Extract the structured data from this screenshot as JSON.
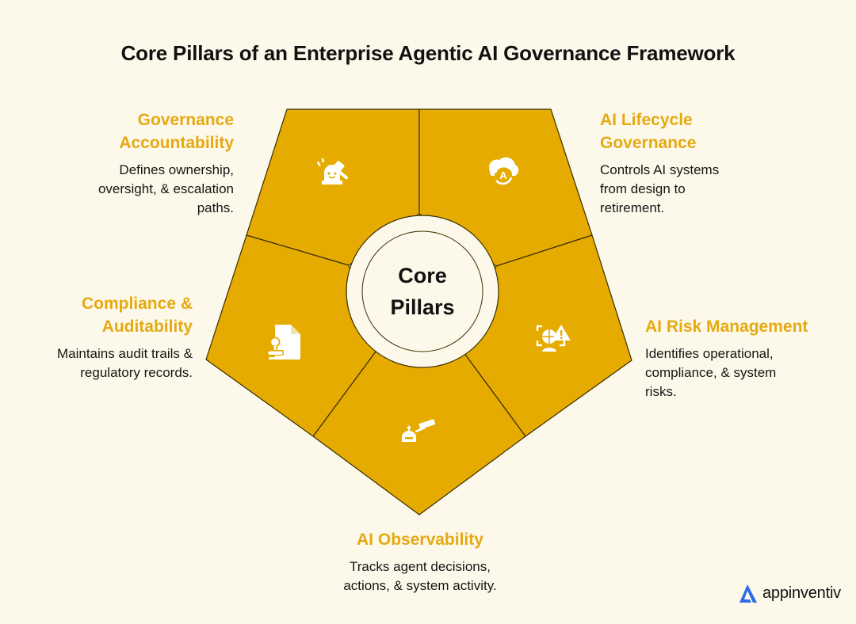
{
  "title": "Core Pillars of an Enterprise Agentic AI Governance Framework",
  "center": {
    "line1": "Core",
    "line2": "Pillars"
  },
  "pillars": [
    {
      "heading_line1": "Governance",
      "heading_line2": "Accountability",
      "desc_line1": "Defines ownership,",
      "desc_line2": "oversight, & escalation",
      "desc_line3": "paths.",
      "icon": "gavel-alarm-icon"
    },
    {
      "heading_line1": "AI Lifecycle",
      "heading_line2": "Governance",
      "desc_line1": "Controls AI systems",
      "desc_line2": "from design to",
      "desc_line3": "retirement.",
      "icon": "cloud-ai-cycle-icon"
    },
    {
      "heading_line1": "AI Risk Management",
      "desc_line1": "Identifies operational,",
      "desc_line2": "compliance, & system",
      "desc_line3": "risks.",
      "icon": "globe-risk-warning-icon"
    },
    {
      "heading_line1": "AI Observability",
      "desc_line1": "Tracks agent decisions,",
      "desc_line2": "actions, & system activity.",
      "icon": "robot-camera-icon"
    },
    {
      "heading_line1": "Compliance &",
      "heading_line2": "Auditability",
      "desc_line1": "Maintains audit trails &",
      "desc_line2": "regulatory records.",
      "icon": "document-stamp-icon"
    }
  ],
  "logo": {
    "text": "appinventiv"
  },
  "colors": {
    "background": "#FDF9EA",
    "pentagon": "#E5AB00",
    "heading": "#E5A912",
    "logo_blue": "#2B6BEA"
  }
}
